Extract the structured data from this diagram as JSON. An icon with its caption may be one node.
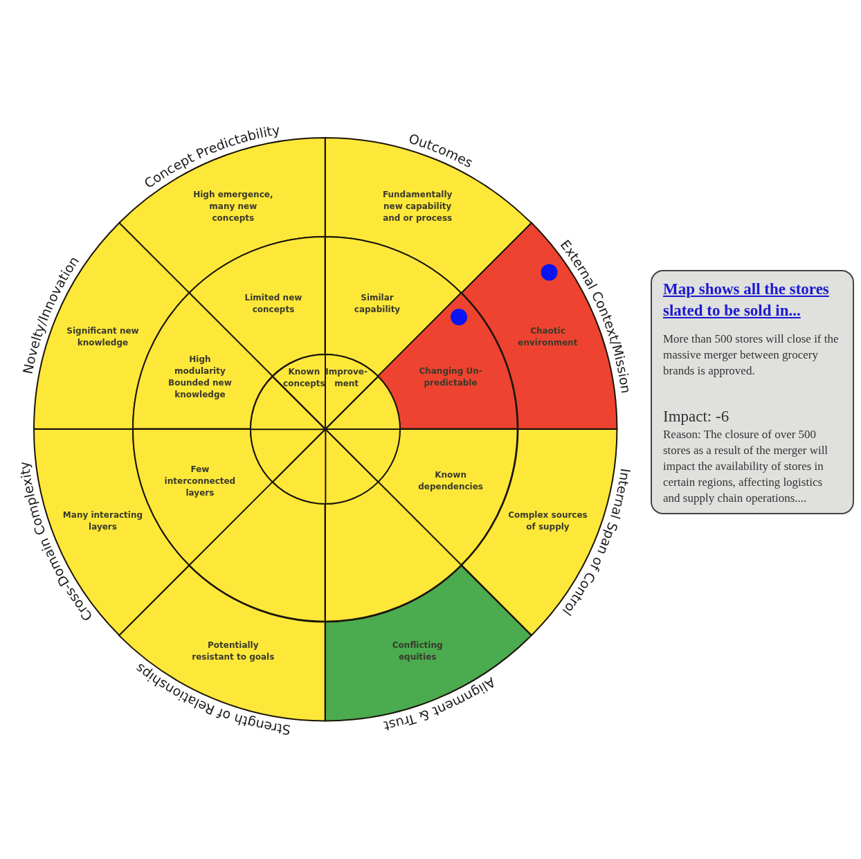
{
  "diagram": {
    "nodes": [
      {
        "text": [
          "High emergence, many new concepts"
        ]
      },
      {
        "text": [
          "Fundamentally new capability and or process"
        ]
      },
      {
        "text": [
          "Chaotic environment"
        ]
      },
      {
        "text": [
          "Complex sources of supply"
        ]
      },
      {
        "text": [
          "Conflicting equities"
        ]
      },
      {
        "text": [
          "Potentially resistant to goals"
        ]
      },
      {
        "text": [
          "Many interacting layers"
        ]
      },
      {
        "text": [
          "Significant new knowledge"
        ]
      },
      {
        "text": [
          "Limited new concepts"
        ]
      },
      {
        "text": [
          "Similar capability"
        ]
      },
      {
        "text": [
          "Changing Un- predictable"
        ]
      },
      {
        "text": [
          "Known dependencies"
        ]
      },
      {
        "text": [],
        "shape": "sector"
      },
      {
        "text": [],
        "shape": "sector"
      },
      {
        "text": [
          "Few interconnected layers"
        ]
      },
      {
        "text": [
          "High modularity Bounded new knowledge"
        ]
      },
      {
        "text": [
          "Known concepts"
        ]
      },
      {
        "text": [
          "Improve- ment"
        ]
      },
      {
        "text": [],
        "shape": "sector"
      },
      {
        "text": [],
        "shape": "sector"
      },
      {
        "text": [],
        "shape": "sector"
      },
      {
        "text": [],
        "shape": "sector"
      },
      {
        "text": [],
        "shape": "sector"
      },
      {
        "text": [],
        "shape": "sector"
      },
      {
        "text": [
          "Map shows all the stores slated to be sold in...",
          "More than 500 stores will close if the massive merger between grocery brands is approved.",
          "Impact: -6",
          "Reason: The closure of over 500 stores as a result of the merger will impact the availability of stores in certain regions, affecting logistics and supply chain operations...."
        ]
      }
    ],
    "labels": [
      "Concept Predictability",
      "Outcomes",
      "External Context/Mission",
      "Internal Span of Control",
      "Alignment & Trust",
      "Strength of Relationships",
      "Cross-Domain Complexity",
      "Novelty/Innovation"
    ]
  }
}
